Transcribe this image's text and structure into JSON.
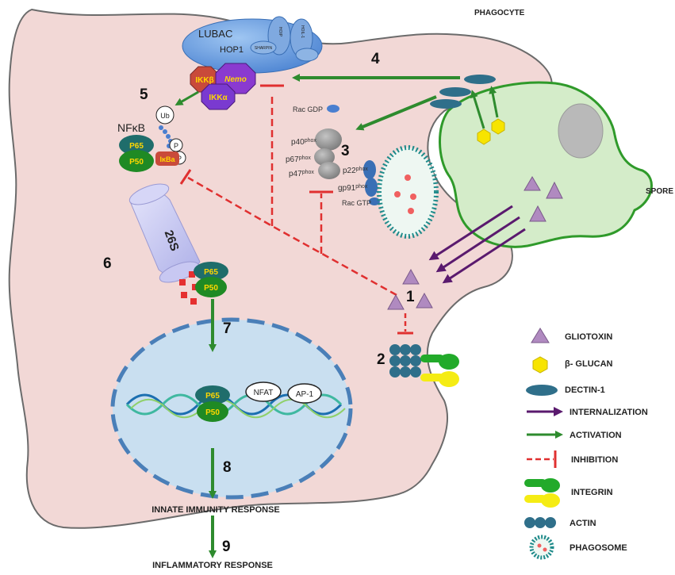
{
  "labels": {
    "phagocyte": "PHAGOCYTE",
    "spore": "SPORE",
    "lubac": "LUBAC",
    "hop1": "HOP1",
    "sharpin": "SHARPIN",
    "hoil1": "HOIL-1",
    "hoip": "HOIP",
    "nemo": "Nemo",
    "ikkb": "IKKβ",
    "ikka": "IKKα",
    "nfkb": "NFκB",
    "ub": "Ub",
    "p": "P",
    "p65": "P65",
    "p50": "P50",
    "ikba": "IκBa",
    "rac_gdp": "Rac GDP",
    "p40": "p40",
    "p67": "p67",
    "p47": "p47",
    "p22": "p22",
    "gp91": "gp91",
    "phox": "phox",
    "rac_gtp": "Rac GTP",
    "proteasome": "26S",
    "nfat": "NFAT",
    "ap1": "AP-1",
    "innate": "INNATE IMMUNITY RESPONSE",
    "inflammatory": "INFLAMMATORY RESPONSE"
  },
  "steps": [
    "1",
    "2",
    "3",
    "4",
    "5",
    "6",
    "7",
    "8",
    "9"
  ],
  "legend": [
    {
      "icon": "gliotoxin",
      "label": "GLIOTOXIN"
    },
    {
      "icon": "beta-glucan",
      "label": "β- GLUCAN"
    },
    {
      "icon": "dectin",
      "label": "DECTIN-1"
    },
    {
      "icon": "internalization",
      "label": "INTERNALIZATION"
    },
    {
      "icon": "activation",
      "label": "ACTIVATION"
    },
    {
      "icon": "inhibition",
      "label": "INHIBITION"
    },
    {
      "icon": "integrin",
      "label": "INTEGRIN"
    },
    {
      "icon": "actin",
      "label": "ACTIN"
    },
    {
      "icon": "phagosome",
      "label": "PHAGOSOME"
    }
  ],
  "colors": {
    "cell": "#f2d8d6",
    "cell_stroke": "#6b6b6b",
    "spore": "#d4ecc9",
    "spore_stroke": "#2f9a2a",
    "activation": "#2e8b2e",
    "internalization": "#5a1a6e",
    "inhibition": "#e03030",
    "gliotoxin": "#b08ac0",
    "glucan": "#f7e400",
    "dectin": "#2f6f8a",
    "nucleus": "#c9dff0",
    "nucleus_stroke": "#4a7fb8",
    "p65": "#1f6d6b",
    "p50": "#1f8a24",
    "ikba": "#c94a3a"
  }
}
